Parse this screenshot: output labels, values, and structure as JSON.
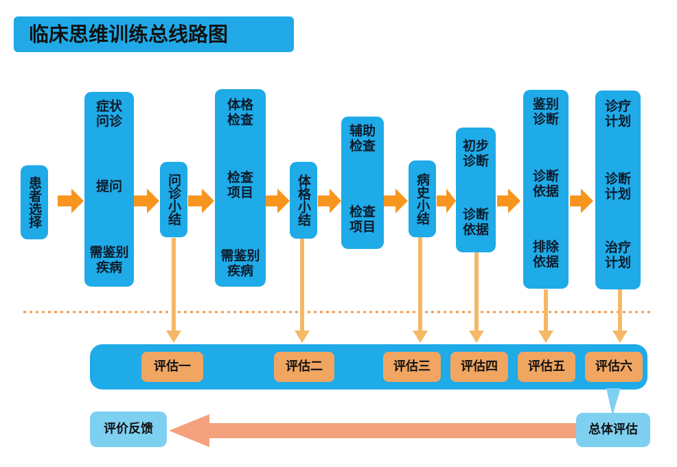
{
  "title": "临床思维训练总线路图",
  "steps": {
    "patient": "患者选择",
    "inquiry_a": "症状问诊",
    "inquiry_b": "提问",
    "inquiry_c": "需鉴别疾病",
    "sum1": "问诊小结",
    "exam_a": "体格检查",
    "exam_b": "检查项目",
    "exam_c": "需鉴别疾病",
    "sum2": "体格小结",
    "aux_a": "辅助检查",
    "aux_b": "检查项目",
    "sum3": "病史小结",
    "init_a": "初步诊断",
    "init_b": "诊断依据",
    "diff_a": "鉴别诊断",
    "diff_b": "诊断依据",
    "diff_c": "排除依据",
    "plan_a": "诊疗计划",
    "plan_b": "诊断计划",
    "plan_c": "治疗计划"
  },
  "evals": [
    "评估一",
    "评估二",
    "评估三",
    "评估四",
    "评估五",
    "评估六"
  ],
  "overall": "总体评估",
  "feedback": "评价反馈",
  "colors": {
    "blue": "#1faae8",
    "orange": "#f7951e",
    "peach": "#f0a561",
    "salmon": "#f4a27d",
    "light_blue": "#7ed0f1"
  }
}
